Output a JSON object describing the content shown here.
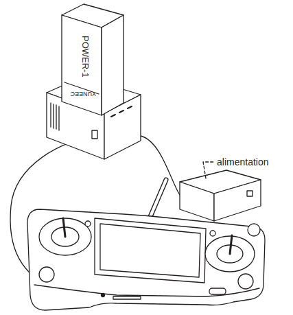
{
  "diagram": {
    "labels": [
      "POWER-1",
      "YUNEEC",
      "alimentation"
    ]
  }
}
